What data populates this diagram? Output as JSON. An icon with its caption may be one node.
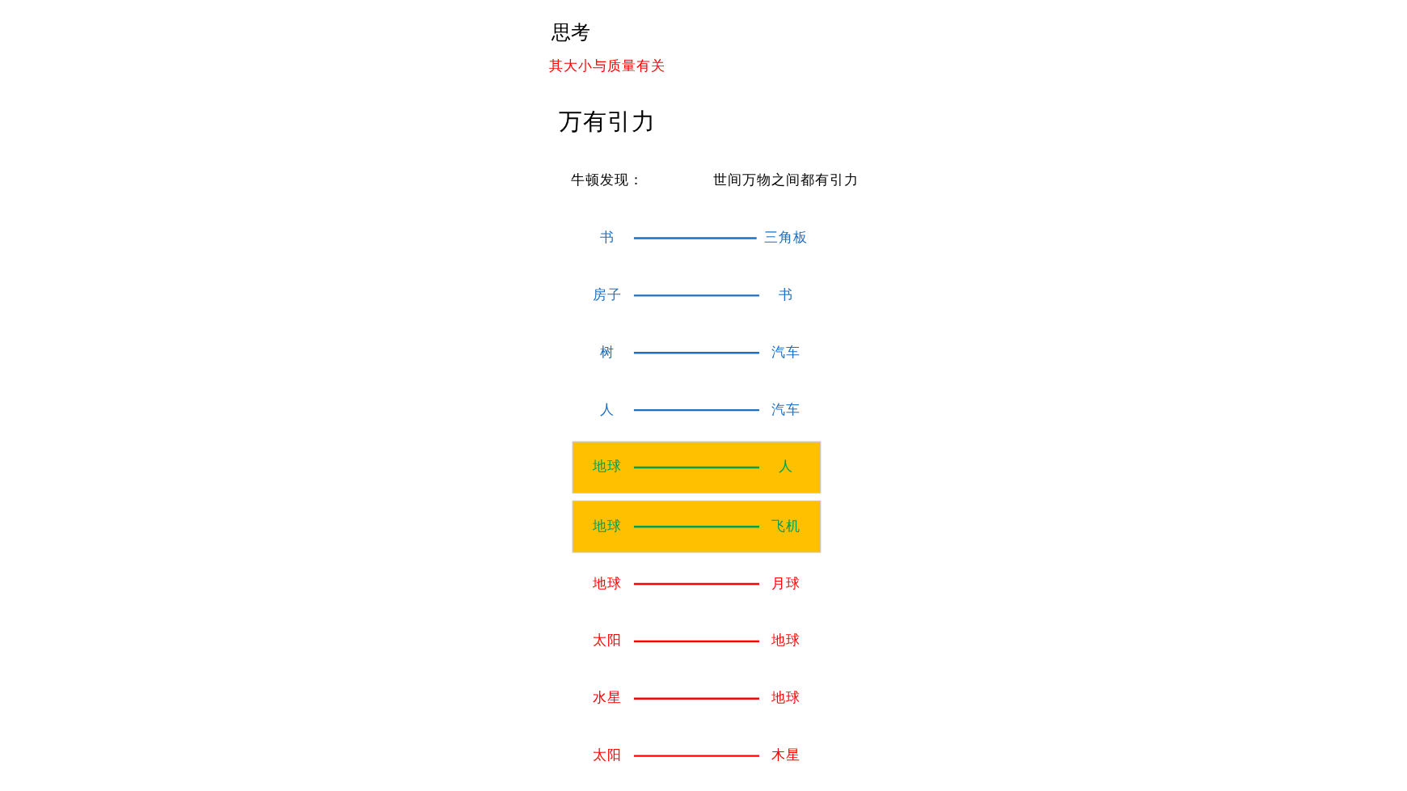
{
  "diagram": {
    "title": "思考",
    "nodes": [
      {
        "text": [
          "太阳"
        ]
      },
      {
        "text": [
          "木星"
        ]
      },
      {
        "text": [
          "水星"
        ]
      },
      {
        "text": [
          "地球"
        ]
      },
      {
        "text": [
          "太阳"
        ]
      },
      {
        "text": [
          "地球"
        ]
      },
      {
        "text": [
          "地球"
        ]
      },
      {
        "text": [
          "月球"
        ]
      },
      {
        "text": [],
        "shape": "box"
      },
      {
        "text": [
          "地球"
        ],
        "in": 8
      },
      {
        "text": [
          "飞机"
        ],
        "in": 8
      },
      {
        "text": [],
        "shape": "box"
      },
      {
        "text": [
          "地球"
        ],
        "in": 11
      },
      {
        "text": [
          "人"
        ],
        "in": 11
      },
      {
        "text": [
          "人"
        ]
      },
      {
        "text": [
          "汽车"
        ]
      },
      {
        "text": [
          "树"
        ]
      },
      {
        "text": [
          "汽车"
        ]
      },
      {
        "text": [
          "房子"
        ]
      },
      {
        "text": [
          "书"
        ]
      },
      {
        "text": [
          "书"
        ]
      },
      {
        "text": [
          "三角板"
        ]
      }
    ],
    "edges": [
      {
        "from": 0,
        "to": 1,
        "arrow": "none",
        "color": "#ff0000"
      },
      {
        "from": 2,
        "to": 3,
        "arrow": "none",
        "color": "#ff0000"
      },
      {
        "from": 4,
        "to": 5,
        "arrow": "none",
        "color": "#ff0000"
      },
      {
        "from": 6,
        "to": 7,
        "arrow": "none",
        "color": "#ff0000"
      },
      {
        "from": 9,
        "to": 10,
        "arrow": "none",
        "color": "#00a050"
      },
      {
        "from": 12,
        "to": 13,
        "arrow": "none",
        "color": "#00a050"
      },
      {
        "from": 14,
        "to": 15,
        "arrow": "none",
        "color": "#1f6fc0"
      },
      {
        "from": 16,
        "to": 17,
        "arrow": "none",
        "color": "#1f6fc0"
      },
      {
        "from": 18,
        "to": 19,
        "arrow": "none",
        "color": "#1f6fc0"
      },
      {
        "from": 20,
        "to": 21,
        "arrow": "none",
        "color": "#1f6fc0"
      }
    ],
    "labels": [
      "牛顿发现：",
      "世间万物之间都有引力",
      "万有引力",
      "其大小与质量有关"
    ]
  }
}
